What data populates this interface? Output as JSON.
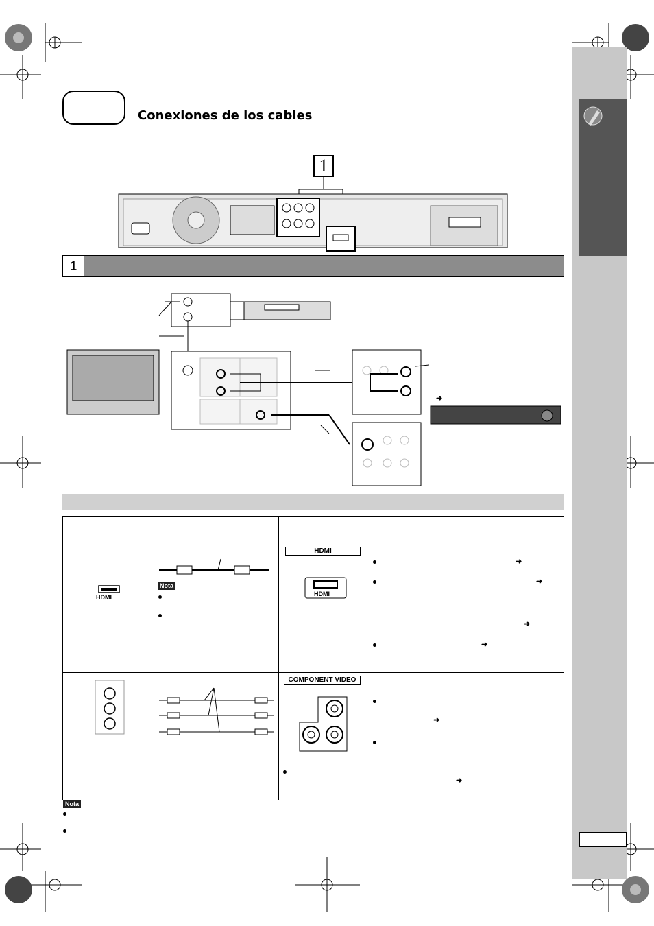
{
  "page": {
    "title": "Conexiones de los cables",
    "step_number": "1",
    "section_number": "1"
  },
  "table": {
    "tags": {
      "hdmi": "HDMI",
      "component": "COMPONENT VIDEO"
    },
    "hdmi_logo_text": "HDMI",
    "note_label": "Nota",
    "arrow_glyph": "➜"
  },
  "footer": {
    "note_label": "Nota"
  },
  "colors": {
    "sidebar": "#c8c8c8",
    "sidebar_dark": "#555555",
    "section_bar": "#8c8c8c",
    "grey_band": "#d0d0d0"
  },
  "icons": [
    "registration-mark-icon",
    "color-wheel-icon",
    "cable-plug-icon",
    "arrow-right-icon"
  ]
}
